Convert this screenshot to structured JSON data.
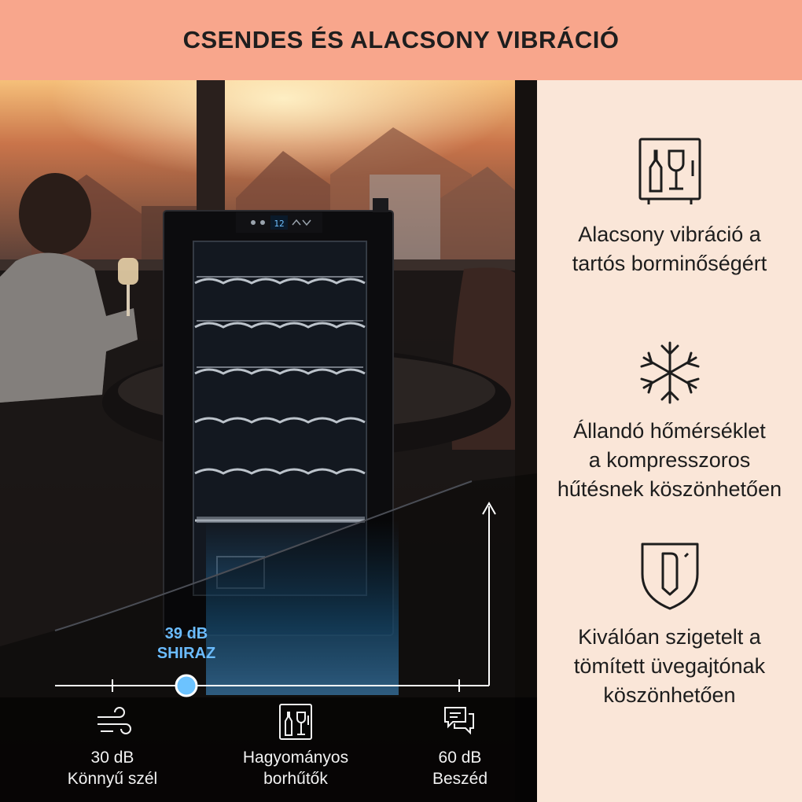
{
  "header": {
    "title": "CSENDES ÉS ALACSONY VIBRÁCIÓ"
  },
  "fridge": {
    "display_temp": "12"
  },
  "marker": {
    "label": "39 dB\nSHIRAZ",
    "accent_color": "#3aa7f5"
  },
  "scale": {
    "items": [
      {
        "icon": "wind-icon",
        "label": "30 dB\nKönnyű szél"
      },
      {
        "icon": "wine-cabinet-icon",
        "label": "Hagyományos\nborhűtők"
      },
      {
        "icon": "speech-bubbles-icon",
        "label": "60 dB\nBeszéd"
      }
    ]
  },
  "features": [
    {
      "icon": "wine-cabinet-icon",
      "text": "Alacsony vibráció a\ntartós borminőségért"
    },
    {
      "icon": "snowflake-icon",
      "text": "Állandó hőmérséklet\na kompresszoros\nhűtésnek köszönhetően"
    },
    {
      "icon": "shield-icon",
      "text": "Kiválóan szigetelt a\ntömített üvegajtónak\nköszönhetően"
    }
  ],
  "colors": {
    "header_bg": "#f8a68c",
    "panel_bg": "#fae6d8"
  }
}
